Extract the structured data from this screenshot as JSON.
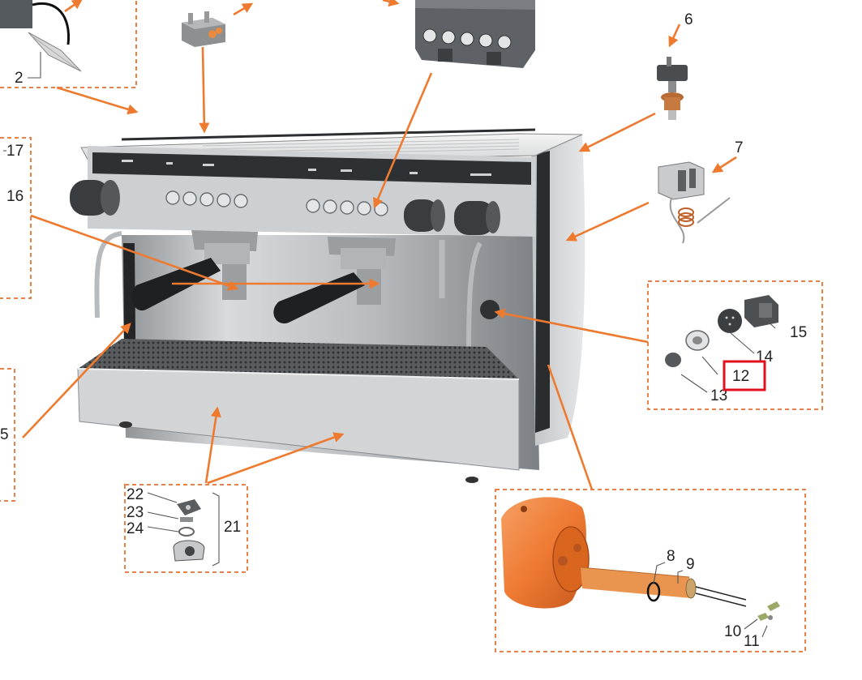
{
  "callouts": {
    "c2": "2",
    "c5": "5",
    "c6": "6",
    "c7": "7",
    "c8": "8",
    "c9": "9",
    "c10": "10",
    "c11": "11",
    "c12": "12",
    "c13": "13",
    "c14": "14",
    "c15": "15",
    "c16": "16",
    "c17": "17",
    "c21": "21",
    "c22": "22",
    "c23": "23",
    "c24": "24"
  },
  "colors": {
    "arrow": "#ee7a2f",
    "dashed_frame": "#e8804a",
    "highlight": "#e0101e",
    "heater": "#f07a36",
    "machine_steel": "#c9cbcd"
  },
  "highlighted_callout": "12"
}
